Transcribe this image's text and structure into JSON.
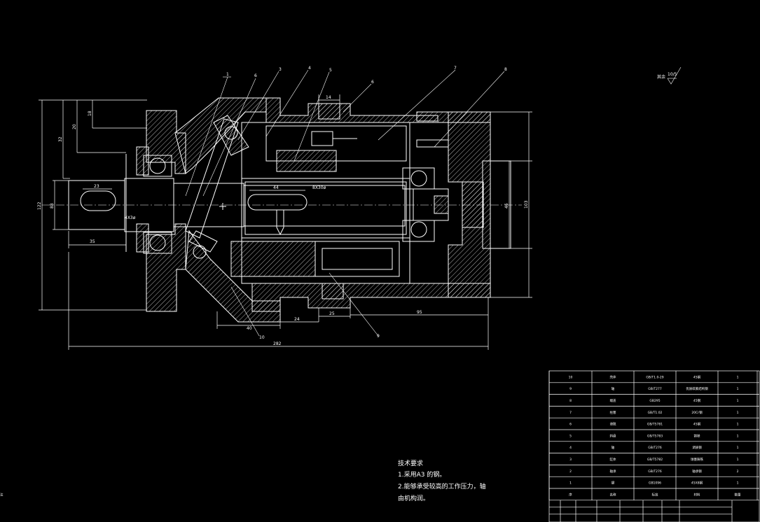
{
  "roughness": {
    "symbol": "其余",
    "value": "10/5"
  },
  "part_numbers": [
    "1",
    "6",
    "3",
    "4",
    "5",
    "6",
    "7",
    "8",
    "9",
    "10"
  ],
  "dimensions": {
    "d14": "14",
    "d44": "44",
    "d32": "32",
    "d20": "20",
    "d18": "18",
    "d23": "23",
    "d35": "35",
    "d122": "122",
    "d88": "88",
    "d46": "46",
    "d103": "103",
    "d40": "40",
    "d24": "24",
    "d25": "25",
    "d95": "95",
    "d282": "282",
    "bearing_label_left": "4X3ø",
    "keyway_label": "8X30ø"
  },
  "technical_requirements": {
    "title": "技术要求",
    "item1": "1.采用A3 的钢。",
    "item2": "2.能够承受较高的工作压力，轴",
    "item3": "由机构润。"
  },
  "parts_table": {
    "rows": [
      [
        "10",
        "壳体",
        "GB/T1.0-29",
        "45钢",
        "1"
      ],
      [
        "9",
        "轴",
        "GB/T277",
        "优质碳素结构钢",
        "1"
      ],
      [
        "8",
        "端盖",
        "GB295",
        "45钢",
        "1"
      ],
      [
        "7",
        "柱塞",
        "GB/T1.02",
        "20Cr钢",
        "1"
      ],
      [
        "6",
        "滑靴",
        "GB/T5781",
        "45钢",
        "1"
      ],
      [
        "5",
        "斜盘",
        "GB/T5783",
        "铸铁",
        "1"
      ],
      [
        "4",
        "轴",
        "GB/T276",
        "调质钢",
        "1"
      ],
      [
        "3",
        "缸体",
        "GB/T5782",
        "球墨铸铁",
        "1"
      ],
      [
        "2",
        "轴承",
        "GB/T276",
        "轴承钢",
        "2"
      ],
      [
        "1",
        "键",
        "GB1096",
        "45X8钢",
        "1"
      ]
    ],
    "header": [
      "序",
      "名称",
      "标准",
      "材料",
      "数量",
      "备注"
    ]
  }
}
